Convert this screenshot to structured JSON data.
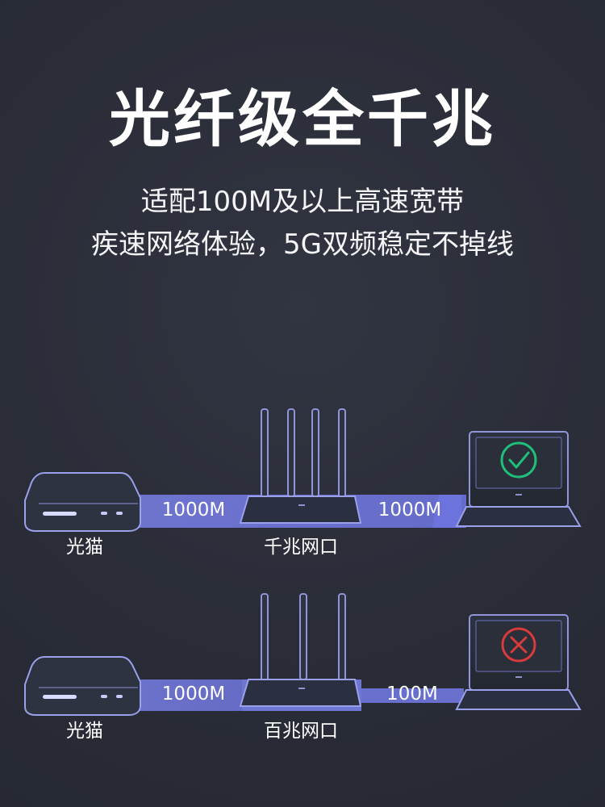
{
  "header": {
    "title": "光纤级全千兆",
    "subtitle_line1": "适配100M及以上高速宽带",
    "subtitle_line2": "疾速网络体验，5G双频稳定不掉线"
  },
  "diagram": {
    "row1": {
      "modem_label": "光猫",
      "router_label": "千兆网口",
      "left_speed": "1000M",
      "right_speed": "1000M",
      "status_icon": "check-icon",
      "status_color": "#1fbf7a"
    },
    "row2": {
      "modem_label": "光猫",
      "router_label": "百兆网口",
      "left_speed": "1000M",
      "right_speed": "100M",
      "status_icon": "cross-icon",
      "status_color": "#d83b3b"
    }
  },
  "colors": {
    "background": "#2a2d38",
    "outline": "#8f95d8",
    "band_fast": "#7f86ea",
    "band_slow": "#6f75d9"
  }
}
